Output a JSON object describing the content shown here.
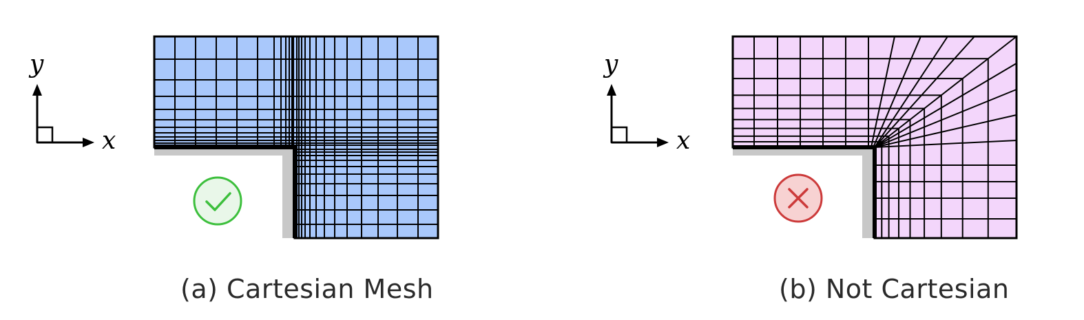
{
  "panels": [
    {
      "id": "a",
      "caption": "(a) Cartesian Mesh",
      "axis_x_label": "x",
      "axis_y_label": "y",
      "status": "check",
      "mesh_color": "#a9c8fb",
      "badge_stroke": "#3cbf3c",
      "badge_fill": "#e9f7e9"
    },
    {
      "id": "b",
      "caption": "(b) Not Cartesian",
      "axis_x_label": "x",
      "axis_y_label": "y",
      "status": "cross",
      "mesh_color": "#f3d6fb",
      "badge_stroke": "#cc3a3a",
      "badge_fill": "#f7d2d2"
    }
  ]
}
